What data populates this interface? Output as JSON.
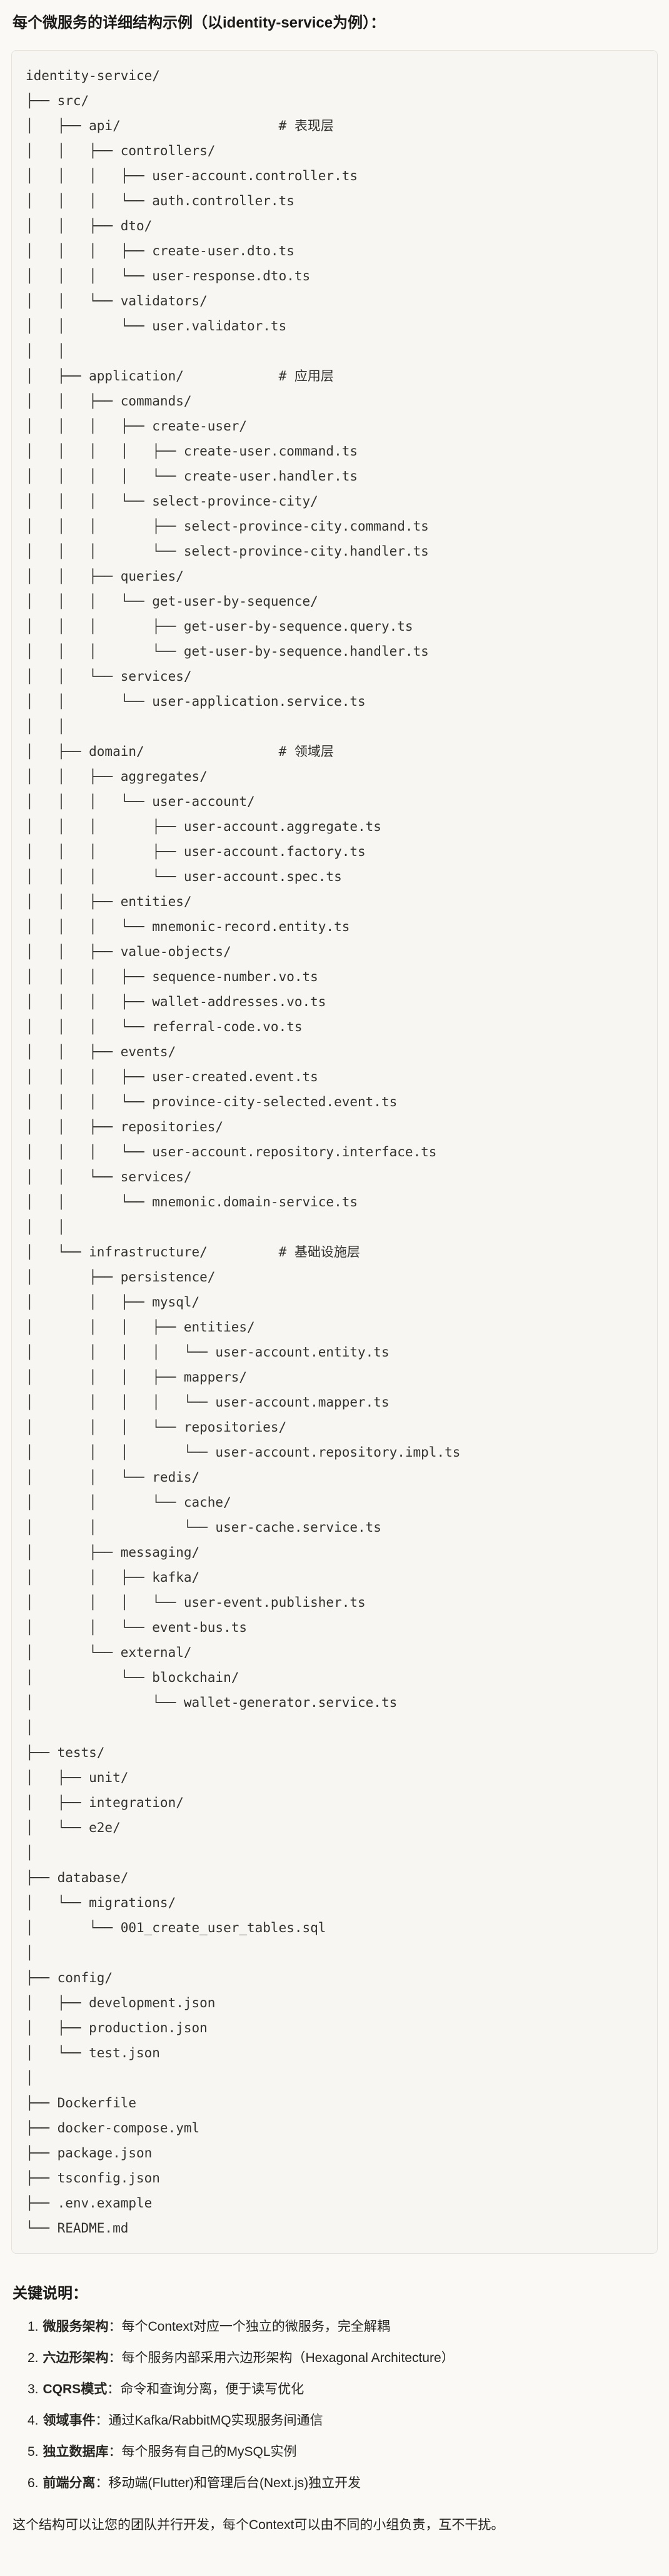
{
  "page": {
    "title": "每个微服务的详细结构示例（以identity-service为例）："
  },
  "tree": {
    "lines": [
      "identity-service/",
      "├── src/",
      "│   ├── api/                    # 表现层",
      "│   │   ├── controllers/",
      "│   │   │   ├── user-account.controller.ts",
      "│   │   │   └── auth.controller.ts",
      "│   │   ├── dto/",
      "│   │   │   ├── create-user.dto.ts",
      "│   │   │   └── user-response.dto.ts",
      "│   │   └── validators/",
      "│   │       └── user.validator.ts",
      "│   │",
      "│   ├── application/            # 应用层",
      "│   │   ├── commands/",
      "│   │   │   ├── create-user/",
      "│   │   │   │   ├── create-user.command.ts",
      "│   │   │   │   └── create-user.handler.ts",
      "│   │   │   └── select-province-city/",
      "│   │   │       ├── select-province-city.command.ts",
      "│   │   │       └── select-province-city.handler.ts",
      "│   │   ├── queries/",
      "│   │   │   └── get-user-by-sequence/",
      "│   │   │       ├── get-user-by-sequence.query.ts",
      "│   │   │       └── get-user-by-sequence.handler.ts",
      "│   │   └── services/",
      "│   │       └── user-application.service.ts",
      "│   │",
      "│   ├── domain/                 # 领域层",
      "│   │   ├── aggregates/",
      "│   │   │   └── user-account/",
      "│   │   │       ├── user-account.aggregate.ts",
      "│   │   │       ├── user-account.factory.ts",
      "│   │   │       └── user-account.spec.ts",
      "│   │   ├── entities/",
      "│   │   │   └── mnemonic-record.entity.ts",
      "│   │   ├── value-objects/",
      "│   │   │   ├── sequence-number.vo.ts",
      "│   │   │   ├── wallet-addresses.vo.ts",
      "│   │   │   └── referral-code.vo.ts",
      "│   │   ├── events/",
      "│   │   │   ├── user-created.event.ts",
      "│   │   │   └── province-city-selected.event.ts",
      "│   │   ├── repositories/",
      "│   │   │   └── user-account.repository.interface.ts",
      "│   │   └── services/",
      "│   │       └── mnemonic.domain-service.ts",
      "│   │",
      "│   └── infrastructure/         # 基础设施层",
      "│       ├── persistence/",
      "│       │   ├── mysql/",
      "│       │   │   ├── entities/",
      "│       │   │   │   └── user-account.entity.ts",
      "│       │   │   ├── mappers/",
      "│       │   │   │   └── user-account.mapper.ts",
      "│       │   │   └── repositories/",
      "│       │   │       └── user-account.repository.impl.ts",
      "│       │   └── redis/",
      "│       │       └── cache/",
      "│       │           └── user-cache.service.ts",
      "│       ├── messaging/",
      "│       │   ├── kafka/",
      "│       │   │   └── user-event.publisher.ts",
      "│       │   └── event-bus.ts",
      "│       └── external/",
      "│           └── blockchain/",
      "│               └── wallet-generator.service.ts",
      "│",
      "├── tests/",
      "│   ├── unit/",
      "│   ├── integration/",
      "│   └── e2e/",
      "│",
      "├── database/",
      "│   └── migrations/",
      "│       └── 001_create_user_tables.sql",
      "│",
      "├── config/",
      "│   ├── development.json",
      "│   ├── production.json",
      "│   └── test.json",
      "│",
      "├── Dockerfile",
      "├── docker-compose.yml",
      "├── package.json",
      "├── tsconfig.json",
      "├── .env.example",
      "└── README.md"
    ]
  },
  "notes": {
    "heading": "关键说明：",
    "items": [
      {
        "num": "1.",
        "term": "微服务架构",
        "desc": "：每个Context对应一个独立的微服务，完全解耦"
      },
      {
        "num": "2.",
        "term": "六边形架构",
        "desc": "：每个服务内部采用六边形架构（Hexagonal Architecture）"
      },
      {
        "num": "3.",
        "term": "CQRS模式",
        "desc": "：命令和查询分离，便于读写优化"
      },
      {
        "num": "4.",
        "term": "领域事件",
        "desc": "：通过Kafka/RabbitMQ实现服务间通信"
      },
      {
        "num": "5.",
        "term": "独立数据库",
        "desc": "：每个服务有自己的MySQL实例"
      },
      {
        "num": "6.",
        "term": "前端分离",
        "desc": "：移动端(Flutter)和管理后台(Next.js)独立开发"
      }
    ]
  },
  "closing": {
    "text": "这个结构可以让您的团队并行开发，每个Context可以由不同的小组负责，互不干扰。"
  }
}
